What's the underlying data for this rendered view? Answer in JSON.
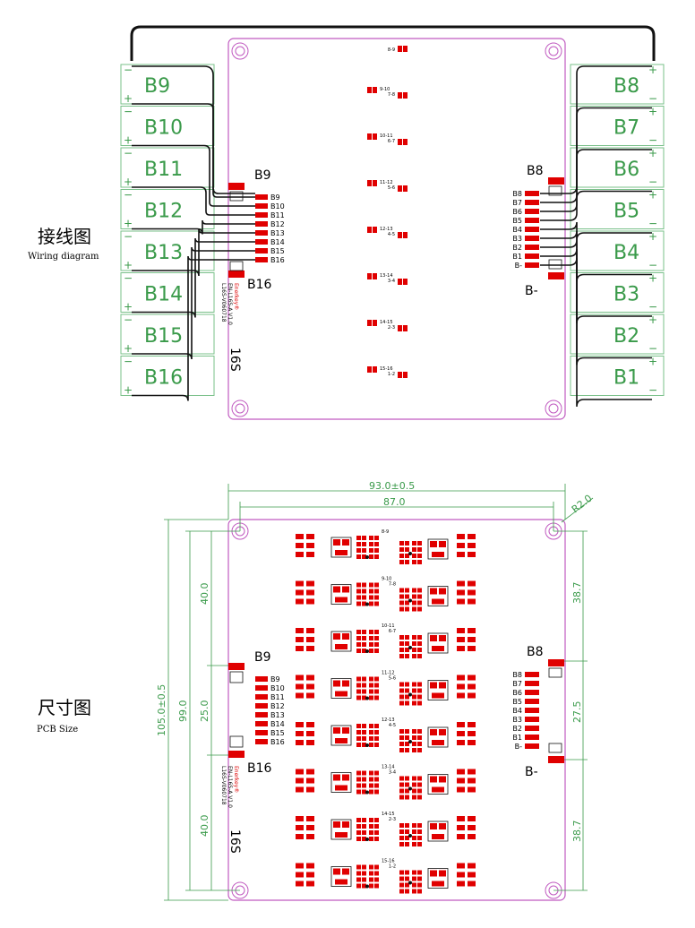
{
  "wiring": {
    "title_cn": "接线图",
    "title_en": "Wiring diagram",
    "left_cells": [
      "B9",
      "B10",
      "B11",
      "B12",
      "B13",
      "B14",
      "B15",
      "B16"
    ],
    "right_cells": [
      "B8",
      "B7",
      "B6",
      "B5",
      "B4",
      "B3",
      "B2",
      "B1"
    ],
    "left_pins": [
      "B9",
      "B10",
      "B11",
      "B12",
      "B13",
      "B14",
      "B15",
      "B16"
    ],
    "right_pins": [
      "B8",
      "B7",
      "B6",
      "B5",
      "B4",
      "B3",
      "B2",
      "B1",
      "B-"
    ],
    "left_top_label": "B9",
    "left_bottom_label": "B16",
    "right_top_label": "B8",
    "right_bottom_label": "B-",
    "series_label": "16S",
    "plus_sign": "+",
    "minus_sign": "−",
    "pair_labels": [
      [
        "8-9"
      ],
      [
        "9-10",
        "7-8"
      ],
      [
        "10-11",
        "6-7"
      ],
      [
        "11-12",
        "5-6"
      ],
      [
        "12-13",
        "4-5"
      ],
      [
        "13-14",
        "3-4"
      ],
      [
        "14-15",
        "2-3"
      ],
      [
        "15-16",
        "1-2"
      ]
    ],
    "brand_text": "Enerkey®",
    "model_text": "EN-L16S-A V1.0",
    "date_text": "L16S-V060718"
  },
  "pcb_size": {
    "title_cn": "尺寸图",
    "title_en": "PCB Size",
    "dims": {
      "outer_width": "93.0±0.5",
      "inner_width": "87.0",
      "radius": "R2.0",
      "outer_height": "105.0±0.5",
      "inner_height": "99.0",
      "left_top": "40.0",
      "left_mid": "25.0",
      "left_bottom": "40.0",
      "right_top": "38.7",
      "right_mid": "27.5",
      "right_bottom": "38.7"
    },
    "left_pins": [
      "B9",
      "B10",
      "B11",
      "B12",
      "B13",
      "B14",
      "B15",
      "B16"
    ],
    "right_pins": [
      "B8",
      "B7",
      "B6",
      "B5",
      "B4",
      "B3",
      "B2",
      "B1",
      "B-"
    ],
    "left_top_label": "B9",
    "left_bottom_label": "B16",
    "right_top_label": "B8",
    "right_bottom_label": "B-",
    "series_label": "16S"
  },
  "colors": {
    "board_outline": "#c05ac0",
    "copper": "#e00000",
    "dimension": "#3a9a4a",
    "cell_border": "#7ac08a"
  }
}
